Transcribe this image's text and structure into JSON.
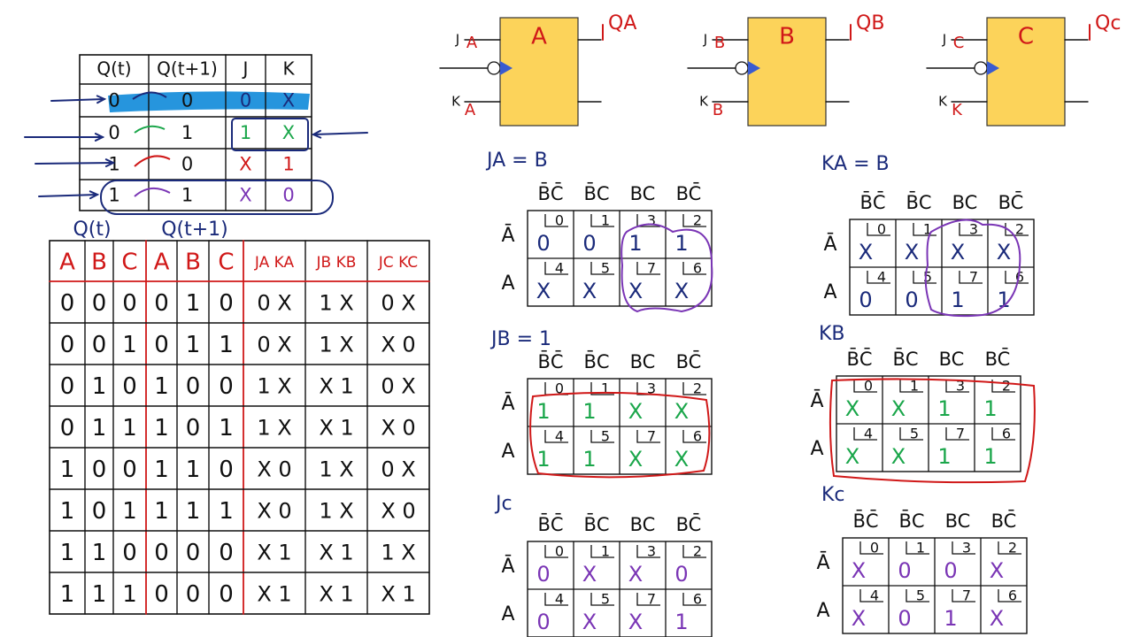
{
  "excitation_table": {
    "headers": [
      "Q(t)",
      "Q(t+1)",
      "J",
      "K"
    ],
    "rows": [
      [
        "0",
        "0",
        "0",
        "X"
      ],
      [
        "0",
        "1",
        "1",
        "X"
      ],
      [
        "1",
        "0",
        "X",
        "1"
      ],
      [
        "1",
        "1",
        "X",
        "0"
      ]
    ],
    "below_labels": [
      "Q(t)",
      "Q(t+1)"
    ]
  },
  "state_table": {
    "headers": [
      "A",
      "B",
      "C",
      "A",
      "B",
      "C",
      "JA KA",
      "JB KB",
      "JC KC"
    ],
    "rows": [
      [
        "0",
        "0",
        "0",
        "0",
        "1",
        "0",
        "0 X",
        "1 X",
        "0 X"
      ],
      [
        "0",
        "0",
        "1",
        "0",
        "1",
        "1",
        "0 X",
        "1 X",
        "X 0"
      ],
      [
        "0",
        "1",
        "0",
        "1",
        "0",
        "0",
        "1 X",
        "X 1",
        "0 X"
      ],
      [
        "0",
        "1",
        "1",
        "1",
        "0",
        "1",
        "1 X",
        "X 1",
        "X 0"
      ],
      [
        "1",
        "0",
        "0",
        "1",
        "1",
        "0",
        "X 0",
        "1 X",
        "0 X"
      ],
      [
        "1",
        "0",
        "1",
        "1",
        "1",
        "1",
        "X 0",
        "1 X",
        "X 0"
      ],
      [
        "1",
        "1",
        "0",
        "0",
        "0",
        "0",
        "X 1",
        "X 1",
        "1 X"
      ],
      [
        "1",
        "1",
        "1",
        "0",
        "0",
        "0",
        "X 1",
        "X 1",
        "X 1"
      ]
    ]
  },
  "flipflops": [
    {
      "name": "A",
      "j_sub": "A",
      "k_sub": "A",
      "q": "QA"
    },
    {
      "name": "B",
      "j_sub": "B",
      "k_sub": "B",
      "q": "QB"
    },
    {
      "name": "C",
      "j_sub": "C",
      "k_sub": "K",
      "q": "Qc"
    }
  ],
  "kmaps": [
    {
      "title": "JA = B",
      "cols": [
        "B̄C̄",
        "B̄C",
        "BC",
        "BC̄"
      ],
      "rows": [
        "Ā",
        "A"
      ],
      "cells": [
        [
          "0",
          "0",
          "1",
          "1"
        ],
        [
          "X",
          "X",
          "X",
          "X"
        ]
      ],
      "indices": [
        [
          "0",
          "1",
          "3",
          "2"
        ],
        [
          "4",
          "5",
          "7",
          "6"
        ]
      ]
    },
    {
      "title": "KA = B",
      "cols": [
        "B̄C̄",
        "B̄C",
        "BC",
        "BC̄"
      ],
      "rows": [
        "Ā",
        "A"
      ],
      "cells": [
        [
          "X",
          "X",
          "X",
          "X"
        ],
        [
          "0",
          "0",
          "1",
          "1"
        ]
      ],
      "indices": [
        [
          "0",
          "1",
          "3",
          "2"
        ],
        [
          "4",
          "5",
          "7",
          "6"
        ]
      ]
    },
    {
      "title": "JB = 1",
      "cols": [
        "B̄C̄",
        "B̄C",
        "BC",
        "BC̄"
      ],
      "rows": [
        "Ā",
        "A"
      ],
      "cells": [
        [
          "1",
          "1",
          "X",
          "X"
        ],
        [
          "1",
          "1",
          "X",
          "X"
        ]
      ],
      "indices": [
        [
          "0",
          "1",
          "3",
          "2"
        ],
        [
          "4",
          "5",
          "7",
          "6"
        ]
      ]
    },
    {
      "title": "KB",
      "cols": [
        "B̄C̄",
        "B̄C",
        "BC",
        "BC̄"
      ],
      "rows": [
        "Ā",
        "A"
      ],
      "cells": [
        [
          "X",
          "X",
          "1",
          "1"
        ],
        [
          "X",
          "X",
          "1",
          "1"
        ]
      ],
      "indices": [
        [
          "0",
          "1",
          "3",
          "2"
        ],
        [
          "4",
          "5",
          "7",
          "6"
        ]
      ]
    },
    {
      "title": "Jc",
      "cols": [
        "B̄C̄",
        "B̄C",
        "BC",
        "BC̄"
      ],
      "rows": [
        "Ā",
        "A"
      ],
      "cells": [
        [
          "0",
          "X",
          "X",
          "0"
        ],
        [
          "0",
          "X",
          "X",
          "1"
        ]
      ],
      "indices": [
        [
          "0",
          "1",
          "3",
          "2"
        ],
        [
          "4",
          "5",
          "7",
          "6"
        ]
      ]
    },
    {
      "title": "Kc",
      "cols": [
        "B̄C̄",
        "B̄C",
        "BC",
        "BC̄"
      ],
      "rows": [
        "Ā",
        "A"
      ],
      "cells": [
        [
          "X",
          "0",
          "0",
          "X"
        ],
        [
          "X",
          "0",
          "1",
          "X"
        ]
      ],
      "indices": [
        [
          "0",
          "1",
          "3",
          "2"
        ],
        [
          "4",
          "5",
          "7",
          "6"
        ]
      ]
    }
  ],
  "colors": {
    "ink": "#101010",
    "navy": "#1a2a7a",
    "red": "#d01818",
    "green": "#1aa64a",
    "purple": "#7a35b5",
    "highlight": "#1a8fdb",
    "ff_fill": "#fcd35a",
    "clock_arrow": "#3a5bd0"
  }
}
